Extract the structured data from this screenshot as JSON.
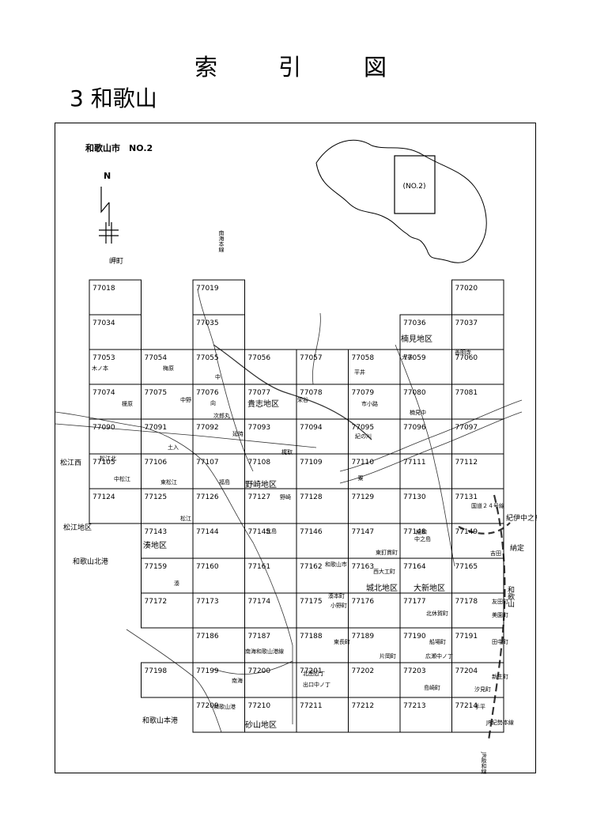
{
  "header": {
    "title_chars": [
      "索",
      "引",
      "図"
    ],
    "region_title": "3 和歌山"
  },
  "map": {
    "map_label": "和歌山市　NO.2",
    "north_label": "N",
    "inset_label": "(NO.2)",
    "rows": [
      [
        "77018",
        null,
        "77019",
        null,
        null,
        null,
        null,
        null,
        "77020"
      ],
      [
        "77034",
        null,
        "77035",
        null,
        null,
        null,
        null,
        "77036",
        "77037"
      ],
      [
        "77053",
        "77054",
        "77055",
        "77056",
        "77057",
        "77058",
        "77059",
        "77060"
      ],
      [
        "77074",
        "77075",
        "77076",
        "77077",
        "77078",
        "77079",
        "77080",
        "77081"
      ],
      [
        "77090",
        "77091",
        "77092",
        "77093",
        "77094",
        "77095",
        "77096",
        "77097"
      ],
      [
        "77105",
        "77106",
        "77107",
        "77108",
        "77109",
        "77110",
        "77111",
        "77112"
      ],
      [
        "77124",
        "77125",
        "77126",
        "77127",
        "77128",
        "77129",
        "77130",
        "77131"
      ],
      [
        null,
        "77143",
        "77144",
        "77145",
        "77146",
        "77147",
        "77148",
        "77149"
      ],
      [
        null,
        "77159",
        "77160",
        "77161",
        "77162",
        "77163",
        "77164",
        "77165"
      ],
      [
        null,
        "77172",
        "77173",
        "77174",
        "77175",
        "77176",
        "77177",
        "77178"
      ],
      [
        null,
        null,
        "77186",
        "77187",
        "77188",
        "77189",
        "77190",
        "77191"
      ],
      [
        null,
        "77198",
        "77199",
        "77200",
        "77201",
        "77202",
        "77203",
        "77204"
      ],
      [
        null,
        null,
        "77209",
        "77210",
        "77211",
        "77212",
        "77213",
        "77214"
      ]
    ],
    "districts": [
      "楠見地区",
      "貴志地区",
      "野崎地区",
      "湊地区",
      "城北地区",
      "大新地区",
      "砂山地区"
    ],
    "outside_labels": [
      "松江西",
      "松江地区",
      "和歌山北港",
      "和歌山本港",
      "岬町",
      "紀伊中之島",
      "納定",
      "和歌山"
    ],
    "place_names": [
      "木ノ本",
      "梅原",
      "中",
      "平井",
      "大谷",
      "善明寺",
      "榎原",
      "中野",
      "向",
      "栄谷",
      "市小路",
      "楠見中",
      "次郎丸",
      "延時",
      "梶取",
      "紀の川",
      "土入",
      "松江北",
      "中松江",
      "東松江",
      "福島",
      "粟",
      "野崎",
      "松江",
      "北島",
      "国道２４号線",
      "紀和",
      "中之島",
      "東釘貫町",
      "西大工町",
      "吉田",
      "湊",
      "湊本町",
      "小野町",
      "北休賀町",
      "友田町",
      "美園町",
      "東長町",
      "片岡町",
      "船場町",
      "広瀬中ノ丁",
      "田中町",
      "北田辺丁",
      "出口中ノ丁",
      "島崎町",
      "新生町",
      "汐見町",
      "手平",
      "和歌山港",
      "南海本線",
      "南海和歌山港線",
      "南海",
      "JR阪和線",
      "JR紀勢本線",
      "和歌山市"
    ]
  }
}
